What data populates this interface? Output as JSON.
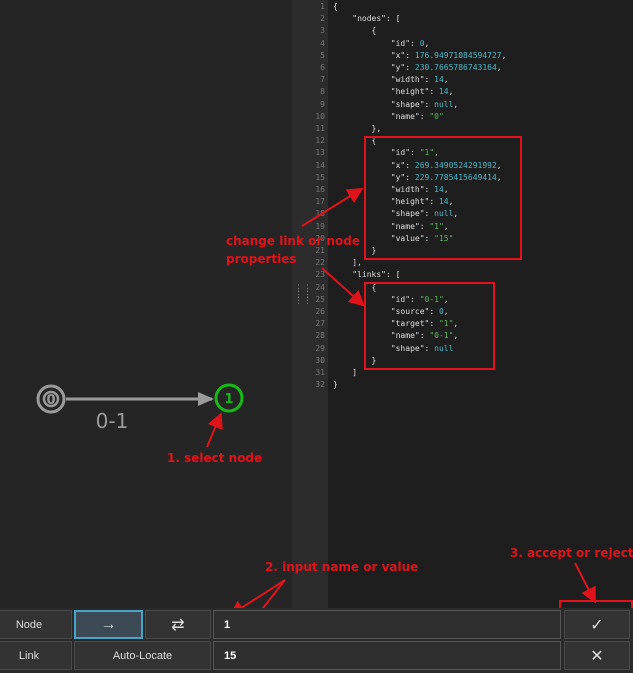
{
  "graph": {
    "nodes": [
      {
        "id": "node-0",
        "label": "0",
        "color": "#9a9a9a"
      },
      {
        "id": "node-1",
        "label": "1",
        "color": "#17b817",
        "selected": true
      }
    ],
    "link_label": "0-1"
  },
  "editor": {
    "line_numbers": [
      "1",
      "2",
      "3",
      "4",
      "5",
      "6",
      "7",
      "8",
      "9",
      "10",
      "11",
      "12",
      "13",
      "14",
      "15",
      "16",
      "17",
      "18",
      "19",
      "20",
      "21",
      "22",
      "23",
      "24",
      "25",
      "26",
      "27",
      "28",
      "29",
      "30",
      "31",
      "32"
    ],
    "lines": [
      "{",
      "    \"nodes\": [",
      "        {",
      "            \"id\": 0,",
      "            \"x\": 176.94971084594727,",
      "            \"y\": 230.7665786743164,",
      "            \"width\": 14,",
      "            \"height\": 14,",
      "            \"shape\": null,",
      "            \"name\": \"0\"",
      "        },",
      "        {",
      "            \"id\": \"1\",",
      "            \"x\": 269.3490524291992,",
      "            \"y\": 229.7785415649414,",
      "            \"width\": 14,",
      "            \"height\": 14,",
      "            \"shape\": null,",
      "            \"name\": \"1\",",
      "            \"value\": \"15\"",
      "        }",
      "    ],",
      "    \"links\": [",
      "        {",
      "            \"id\": \"0-1\",",
      "            \"source\": 0,",
      "            \"target\": \"1\",",
      "            \"name\": \"0-1\",",
      "            \"shape\": null",
      "        }",
      "    ]",
      "}"
    ]
  },
  "annotations": {
    "change": "change link or node\nproperties",
    "select": "1. select node",
    "input": "2. input name or value",
    "accept": "3. accept or reject"
  },
  "toolbar": {
    "node_label": "Node",
    "link_label": "Link",
    "arrow_icon": "→",
    "swap_icon": "⇄",
    "auto_locate_label": "Auto-Locate",
    "name_value": "1",
    "value_value": "15",
    "accept_icon": "✓",
    "reject_icon": "✕"
  },
  "colors": {
    "accent_red": "#e0131b",
    "selected_green": "#17b817",
    "active_blue": "#4aa3c9"
  }
}
